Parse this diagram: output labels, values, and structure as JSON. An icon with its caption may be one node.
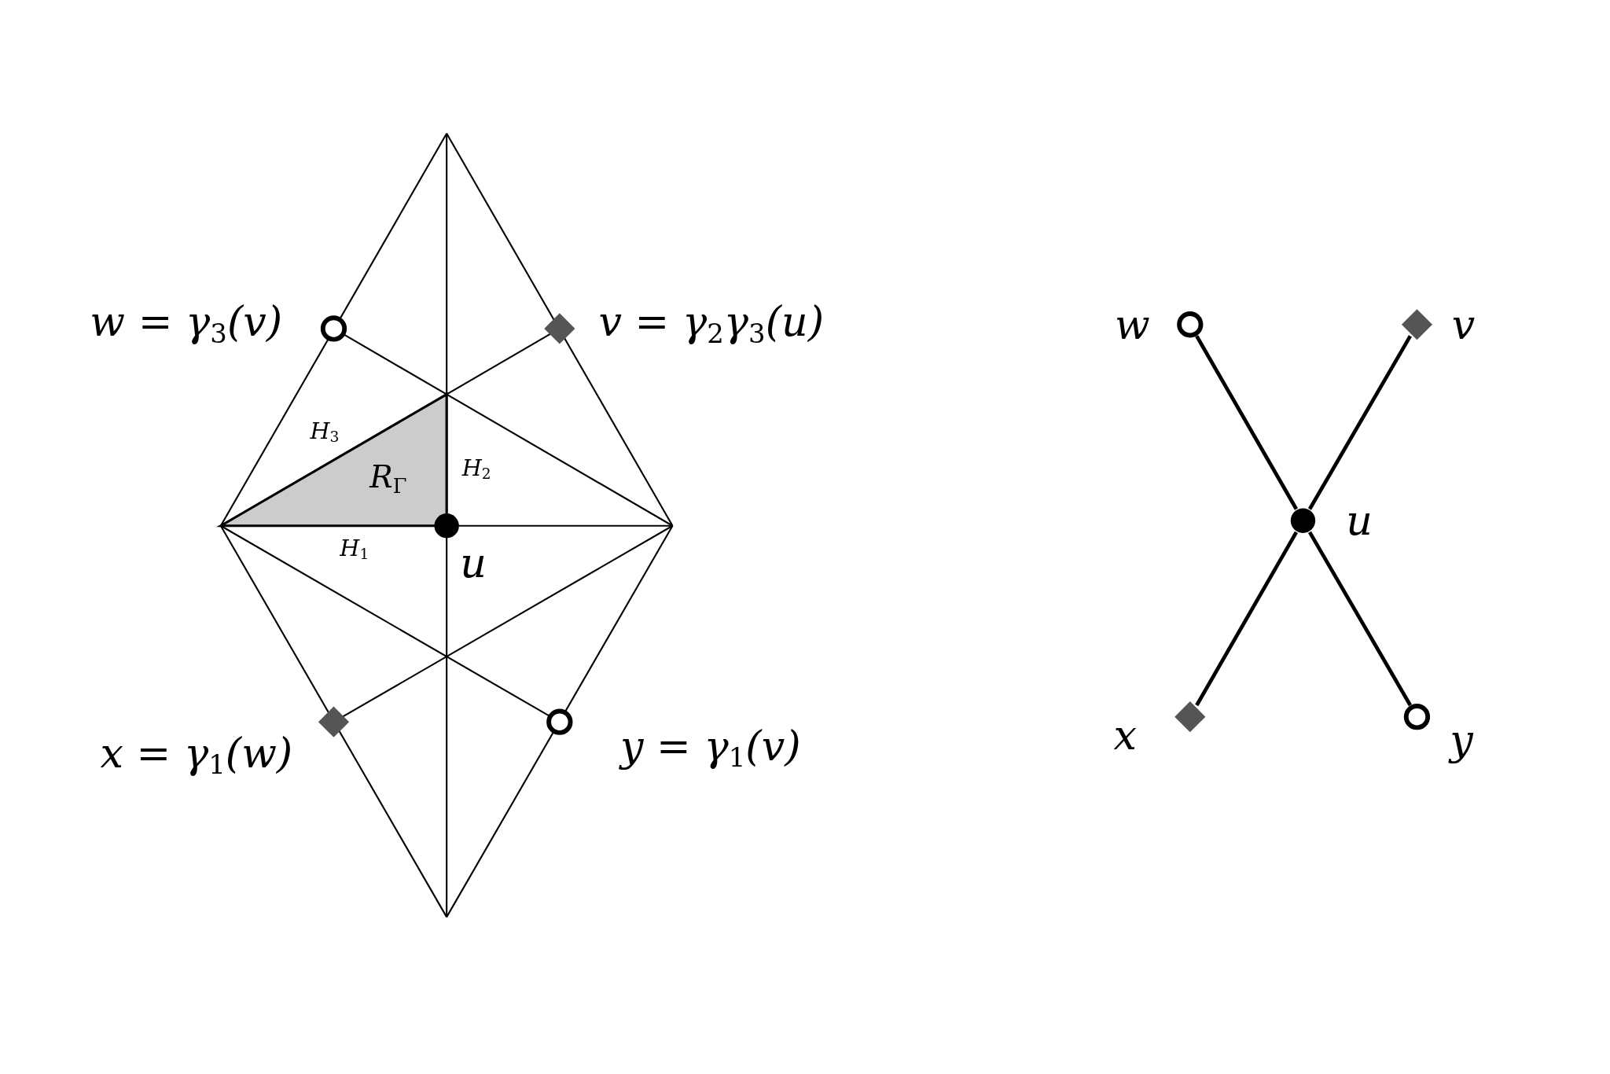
{
  "diagram": {
    "nodes": [
      {
        "text": [],
        "shape": "circle",
        "beside": [
          "w = γ$_{3}$(v)"
        ]
      },
      {
        "text": [],
        "shape": "diamond",
        "beside": [
          "v = γ$_{2}$γ$_{3}$(u)"
        ]
      },
      {
        "text": [],
        "shape": "dot",
        "beside": [
          "u"
        ]
      },
      {
        "text": [],
        "shape": "diamond",
        "beside": [
          "x = γ$_{1}$(w)"
        ]
      },
      {
        "text": [],
        "shape": "circle",
        "beside": [
          "y = γ$_{1}$(v)"
        ]
      },
      {
        "text": [],
        "shape": "circle",
        "beside": [
          "w"
        ]
      },
      {
        "text": [],
        "shape": "diamond",
        "beside": [
          "v"
        ]
      },
      {
        "text": [],
        "shape": "dot",
        "beside": [
          "u"
        ]
      },
      {
        "text": [],
        "shape": "diamond",
        "beside": [
          "x"
        ]
      },
      {
        "text": [],
        "shape": "circle",
        "beside": [
          "y"
        ]
      }
    ],
    "edges": [
      {
        "from": 7,
        "to": 5,
        "arrow": "none"
      },
      {
        "from": 7,
        "to": 6,
        "arrow": "none"
      },
      {
        "from": 7,
        "to": 8,
        "arrow": "none"
      },
      {
        "from": 7,
        "to": 9,
        "arrow": "none"
      }
    ],
    "labels": [
      "H$_{3}$",
      "H$_{2}$",
      "R$_{Γ}$",
      "H$_{1}$"
    ]
  }
}
